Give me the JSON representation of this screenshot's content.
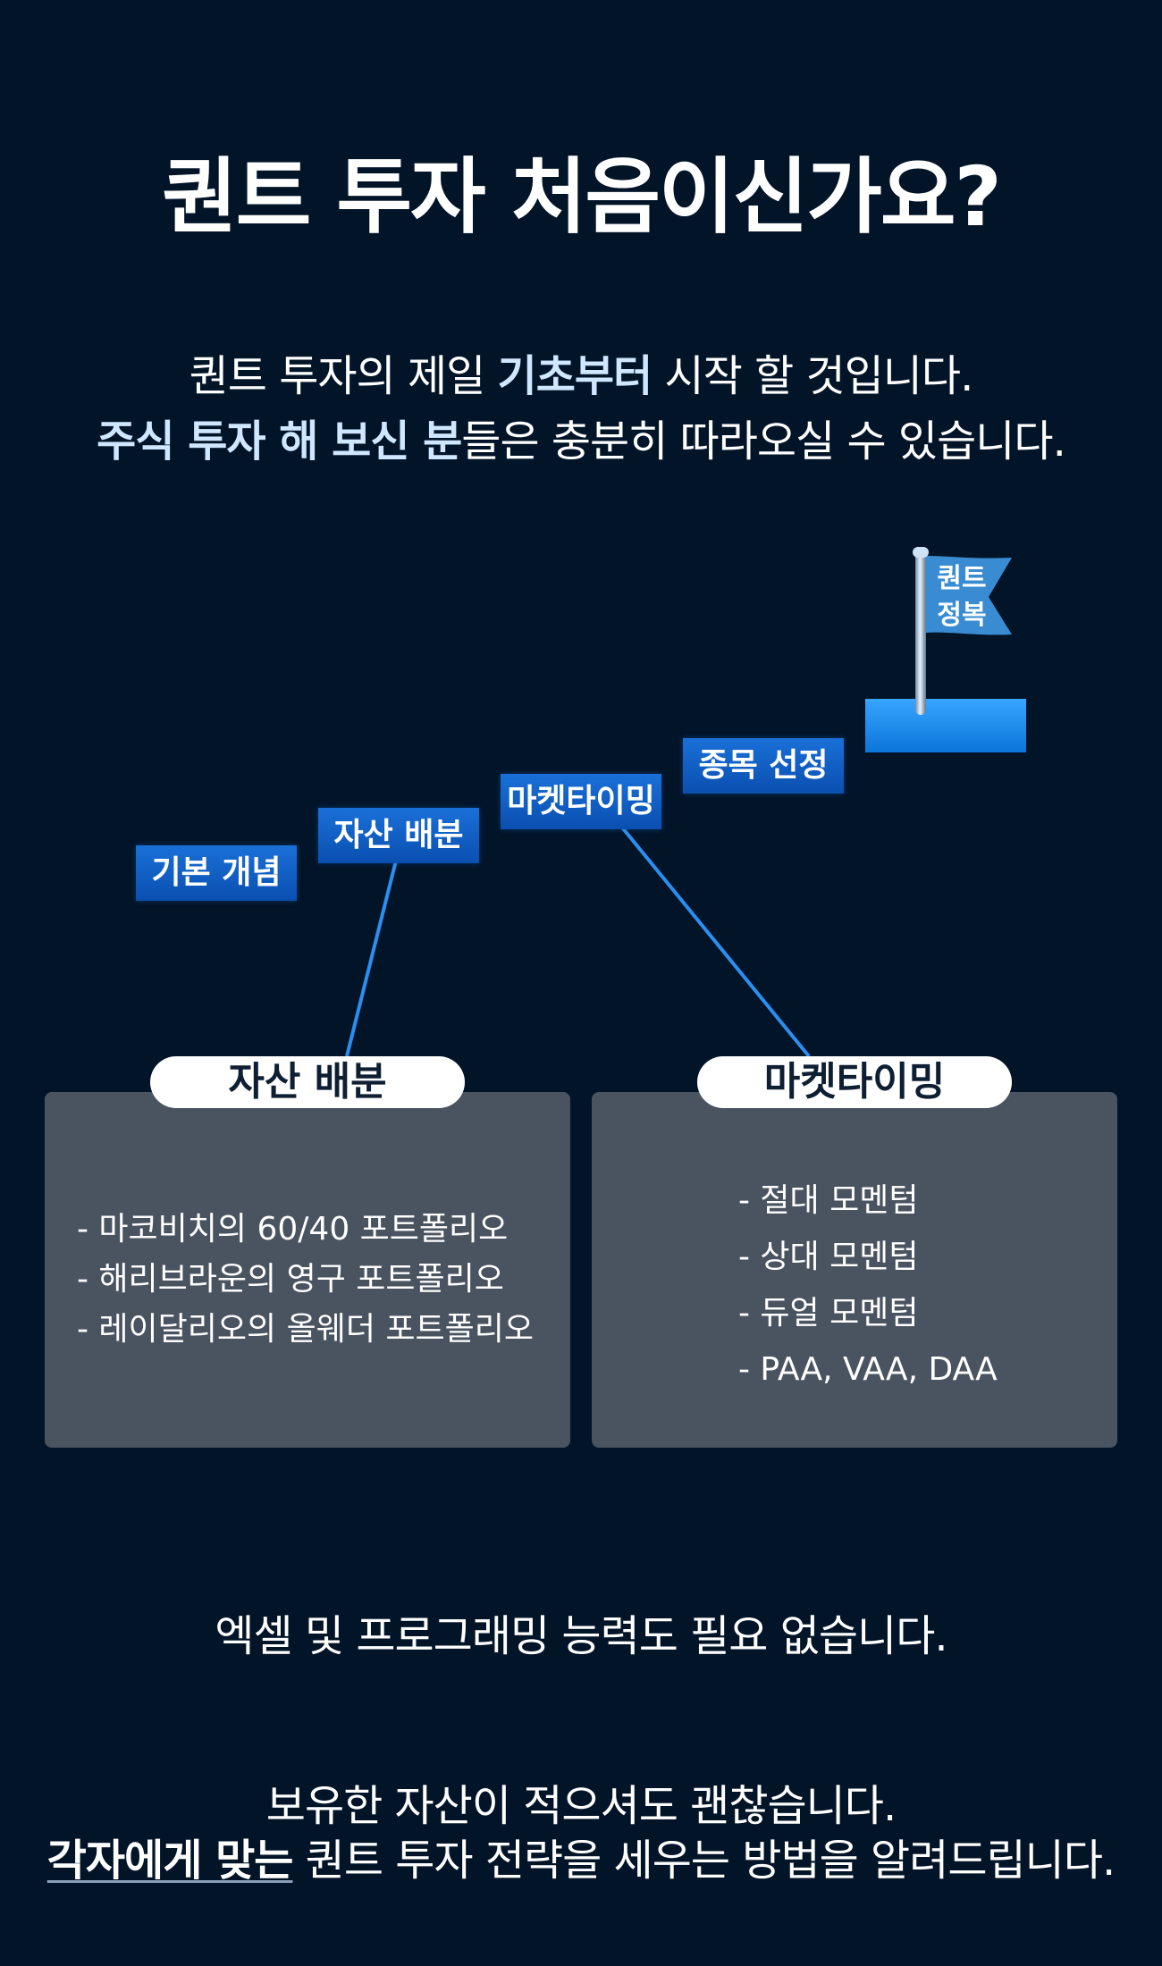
{
  "title": "퀀트 투자 처음이신가요?",
  "intro": {
    "line1": {
      "pre": "퀀트 투자의 제일 ",
      "em": "기초부터",
      "post": " 시작 할 것입니다."
    },
    "line2": {
      "em": "주식 투자 해 보신 분",
      "post": "들은 충분히 따라오실 수 있습니다."
    }
  },
  "steps": {
    "basic": "기본 개념",
    "asset": "자산 배분",
    "market": "마켓타이밍",
    "stock": "종목 선정"
  },
  "flag": {
    "line1": "퀀트",
    "line2": "정복"
  },
  "panels": {
    "asset": {
      "title": "자산 배분",
      "items": [
        "- 마코비치의 60/40 포트폴리오",
        "- 해리브라운의 영구 포트폴리오",
        "- 레이달리오의 올웨더 포트폴리오"
      ]
    },
    "market": {
      "title": "마켓타이밍",
      "items": [
        "- 절대 모멘텀",
        "- 상대 모멘텀",
        "- 듀얼 모멘텀",
        "- PAA, VAA, DAA"
      ]
    }
  },
  "outro": {
    "line1": "엑셀 및 프로그래밍 능력도 필요 없습니다.",
    "line2": "보유한 자산이 적으셔도 괜찮습니다.",
    "line3": {
      "em": "각자에게 맞는",
      "post": " 퀀트 투자 전략을 세우는 방법을 알려드립니다."
    }
  },
  "colors": {
    "background": "#021428",
    "step_blue": "#0a5cc0",
    "accent_line": "#2a8ff0",
    "panel": "#4a5360"
  }
}
